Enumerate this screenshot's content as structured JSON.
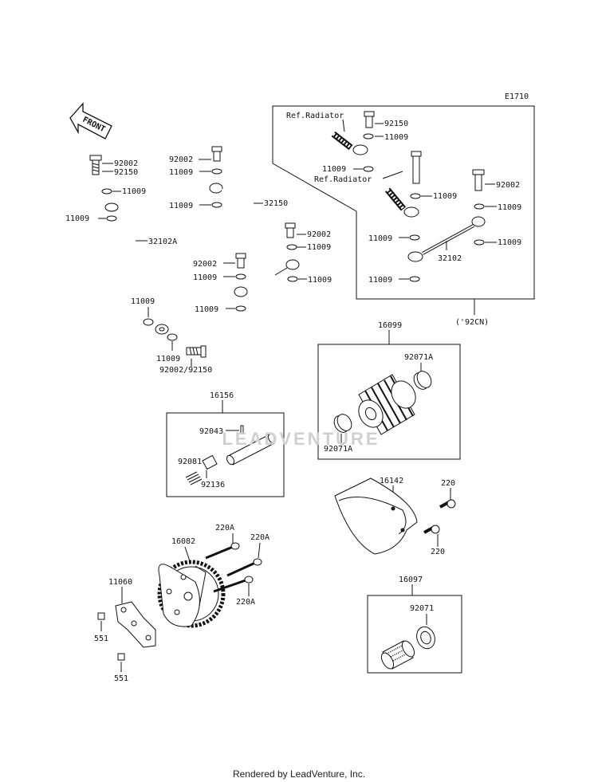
{
  "diagram": {
    "code": "E1710",
    "front_arrow": "FRONT",
    "watermark": "LEADVENTURE",
    "footer": "Rendered by LeadVenture, Inc.",
    "labels": {
      "l92002_a": "92002",
      "l92150_a": "92150",
      "l11009_a": "11009",
      "l11009_b": "11009",
      "l32102A": "32102A",
      "l11009_c": "11009",
      "l11009_d": "11009",
      "l92002_92150": "92002/92150",
      "l92002_b": "92002",
      "l11009_e": "11009",
      "l11009_f": "11009",
      "l32150": "32150",
      "l92002_c": "92002",
      "l11009_g": "11009",
      "l92002_d": "92002",
      "l11009_h": "11009",
      "l11009_i": "11009",
      "l11009_j": "11009",
      "ref_radiator_1": "Ref.Radiator",
      "l92150_b": "92150",
      "l11009_k": "11009",
      "l11009_l": "11009",
      "ref_radiator_2": "Ref.Radiator",
      "l11009_m": "11009",
      "l92002_e": "92002",
      "l11009_n": "11009",
      "l11009_o": "11009",
      "l11009_p": "11009",
      "l32102": "32102",
      "l11009_q": "11009",
      "note_92cn": "('92CN)",
      "l16099": "16099",
      "l92071A_a": "92071A",
      "l92071A_b": "92071A",
      "l16156": "16156",
      "l92043": "92043",
      "l92081": "92081",
      "l92136": "92136",
      "l16142": "16142",
      "l220_a": "220",
      "l220_b": "220",
      "l16082": "16082",
      "l220A_a": "220A",
      "l220A_b": "220A",
      "l220A_c": "220A",
      "l11060": "11060",
      "l551_a": "551",
      "l551_b": "551",
      "l16097": "16097",
      "l92071": "92071"
    }
  }
}
